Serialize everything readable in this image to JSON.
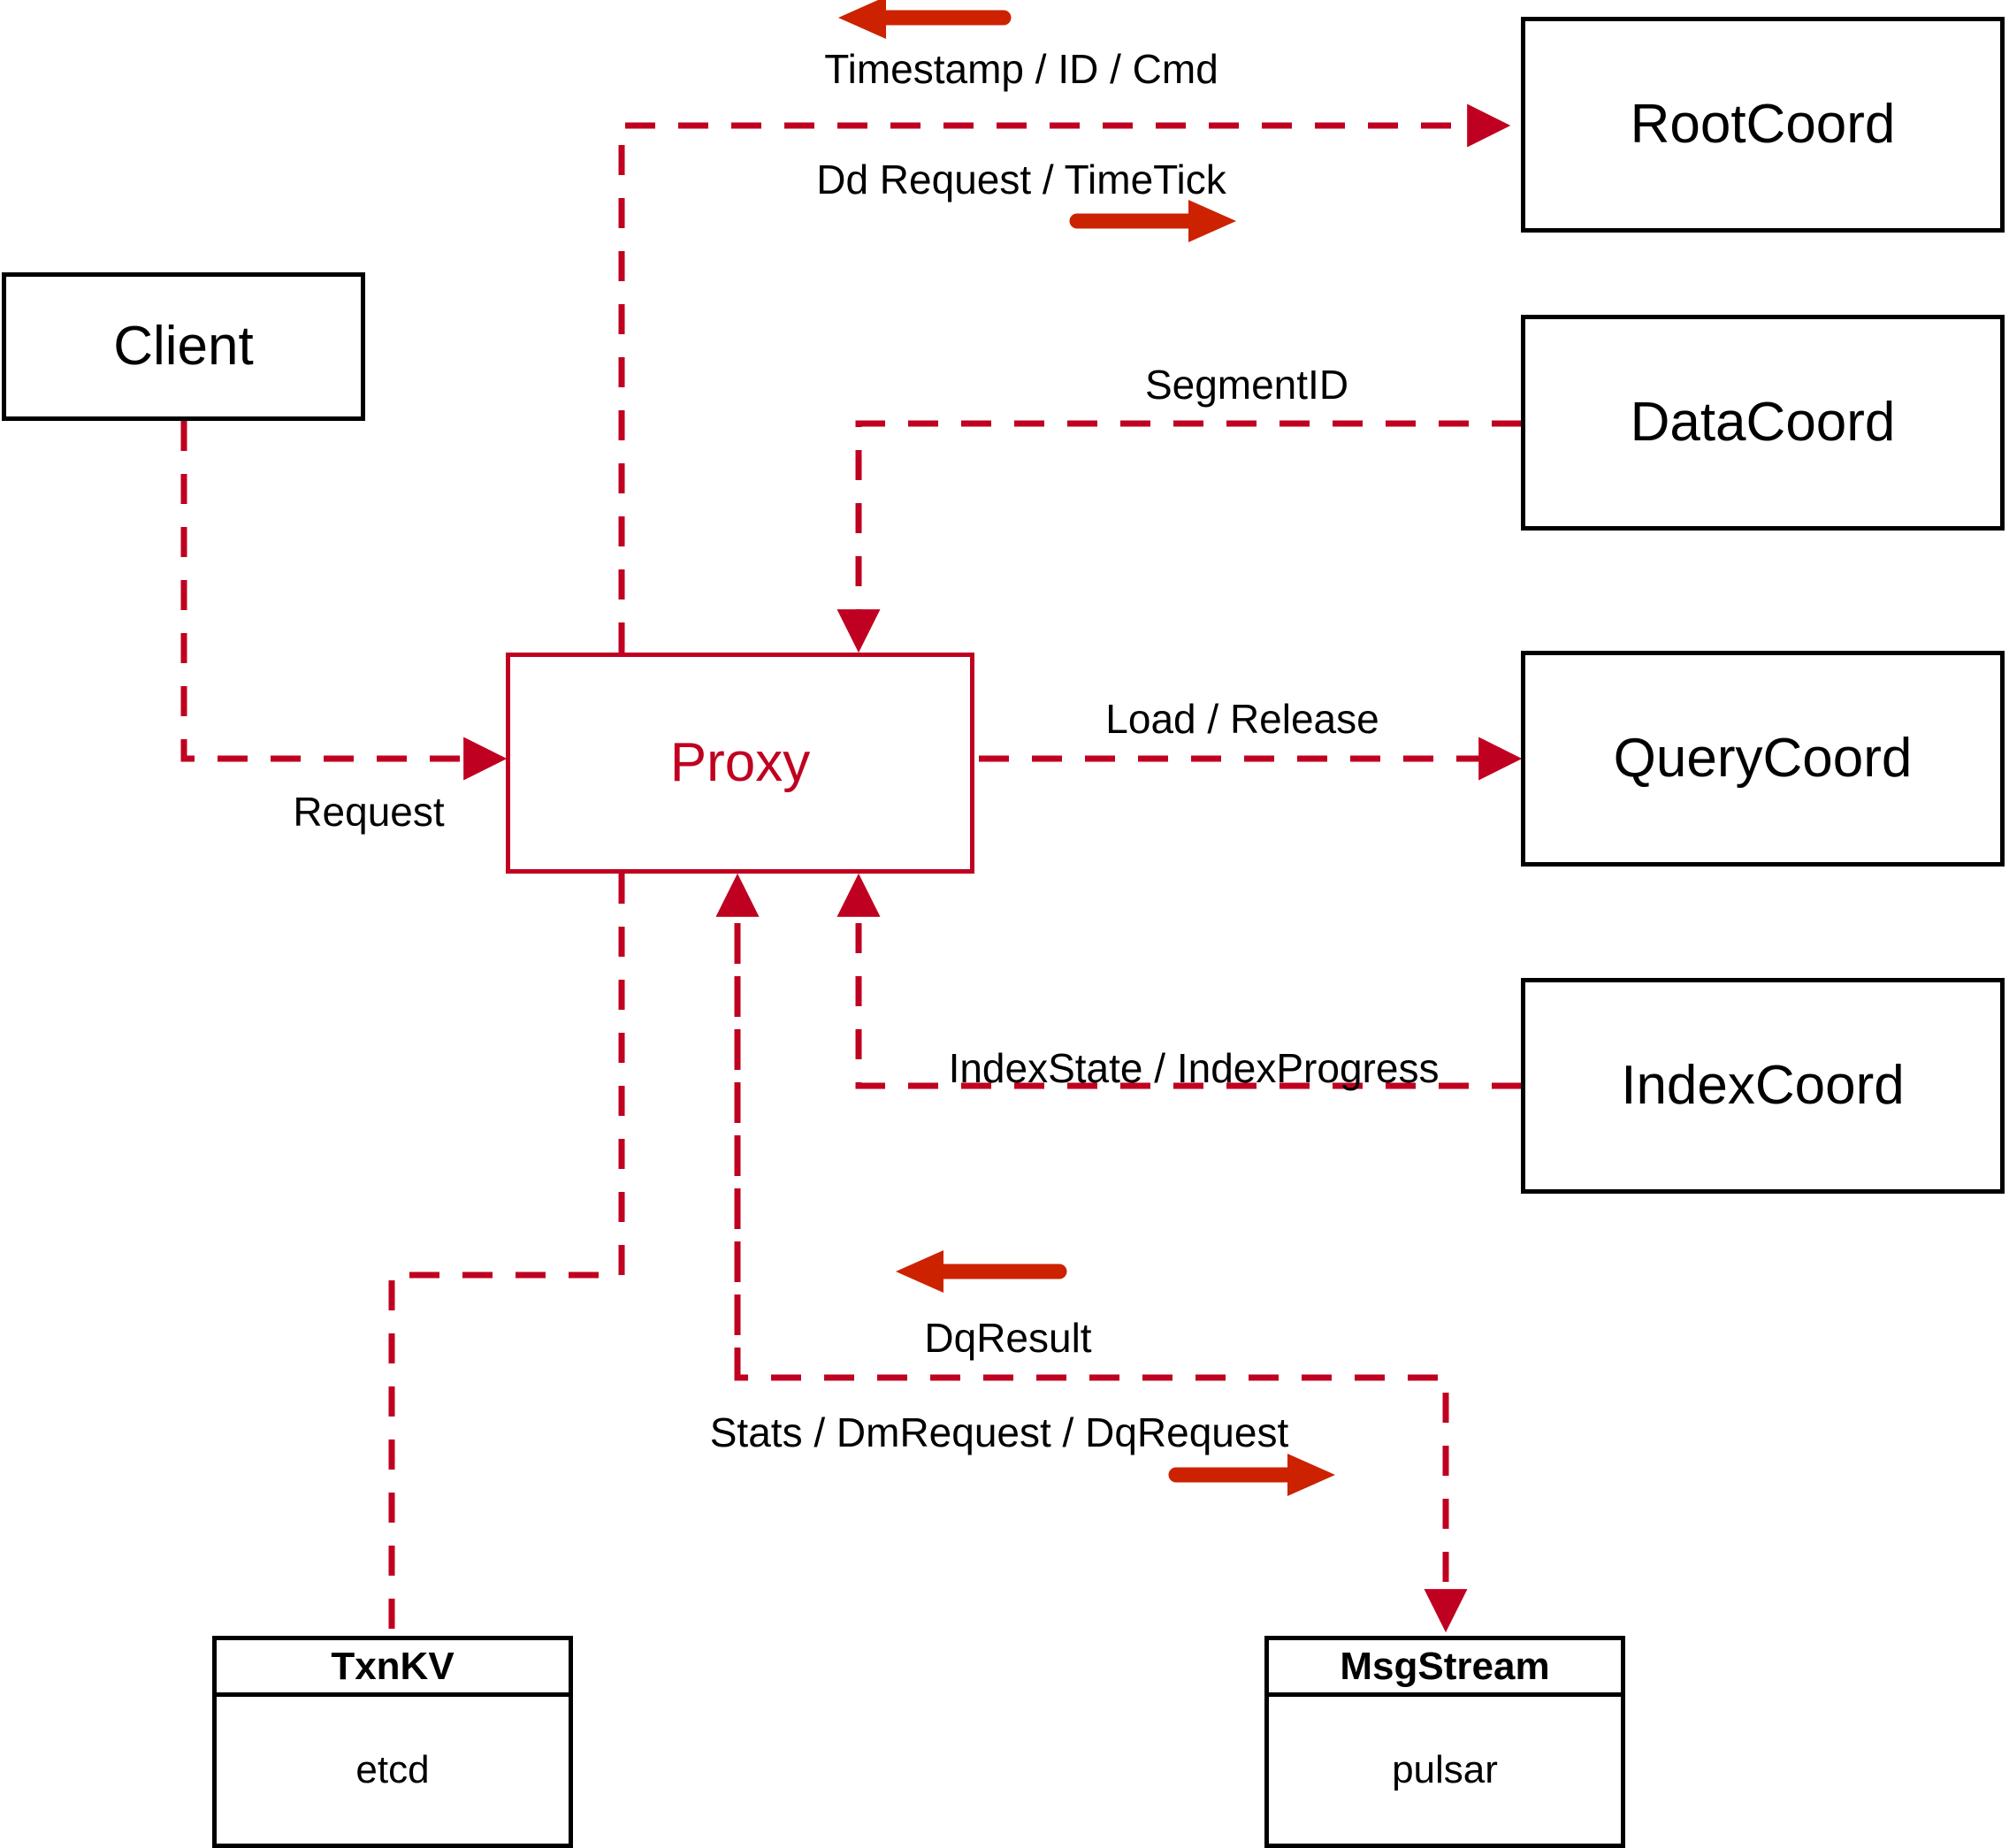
{
  "diagram": {
    "title": "Proxy component interaction diagram",
    "colors": {
      "wire": "#C00020",
      "accent_arrow": "#CC2200",
      "node_border": "#000000",
      "proxy_border": "#C00020",
      "proxy_text": "#C00020",
      "background": "#FFFFFF"
    },
    "nodes": [
      {
        "id": "client",
        "label": "Client"
      },
      {
        "id": "proxy",
        "label": "Proxy"
      },
      {
        "id": "rootcoord",
        "label": "RootCoord"
      },
      {
        "id": "datacoord",
        "label": "DataCoord"
      },
      {
        "id": "querycoord",
        "label": "QueryCoord"
      },
      {
        "id": "indexcoord",
        "label": "IndexCoord"
      }
    ],
    "composite_nodes": [
      {
        "id": "txnkv",
        "head": "TxnKV",
        "body": "etcd"
      },
      {
        "id": "msgstream",
        "head": "MsgStream",
        "body": "pulsar"
      }
    ],
    "edge_labels": [
      {
        "id": "timestamp-id-cmd",
        "text": "Timestamp / ID / Cmd"
      },
      {
        "id": "dd-request-timetick",
        "text": "Dd Request / TimeTick"
      },
      {
        "id": "segmentid",
        "text": "SegmentID"
      },
      {
        "id": "load-release",
        "text": "Load / Release"
      },
      {
        "id": "request",
        "text": "Request"
      },
      {
        "id": "indexstate-indexprogress",
        "text": "IndexState / IndexProgress"
      },
      {
        "id": "dqresult",
        "text": "DqResult"
      },
      {
        "id": "stats-dmrequest-dqrequest",
        "text": "Stats / DmRequest / DqRequest"
      }
    ]
  }
}
